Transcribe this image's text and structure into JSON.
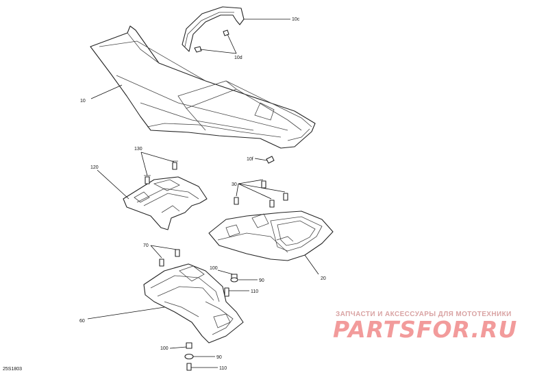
{
  "figure_id": "25S1803",
  "callouts": {
    "seat": "10",
    "strap": "10c",
    "strap_clip": "10d",
    "seat_latch": "10f",
    "upper_support": "120",
    "screws_upper": "130",
    "screws_rack": "30",
    "rack": "20",
    "screws_lower": "70",
    "lower_support": "60",
    "bushing_upper": "100",
    "nut_upper": "90",
    "bolt_upper": "110",
    "bushing_lower": "100",
    "nut_lower": "90",
    "bolt_lower": "110"
  },
  "watermark": {
    "tagline": "ЗАПЧАСТИ И АКСЕССУАРЫ ДЛЯ МОТОТЕХНИКИ",
    "logo": "PARTSFOR.RU"
  }
}
